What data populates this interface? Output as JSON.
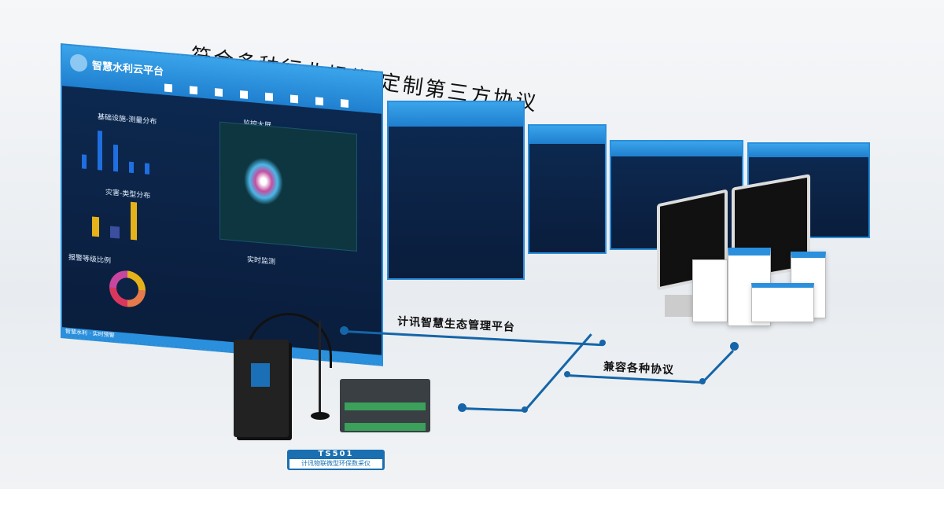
{
  "headline": "符合多种行业规约 定制第三方协议",
  "dashboard": {
    "app_title": "智慧水利云平台",
    "center_title": "监控大屏",
    "panel1": "基础设施-测量分布",
    "panel2": "灾害-类型分布",
    "panel3": "报警等级比例",
    "panel4": "实时监测",
    "footer": "智慧水利 · 实时预警"
  },
  "network": {
    "label_top": "计讯智慧生态管理平台",
    "label_bottom": "兼容各种协议"
  },
  "device": {
    "model": "TS501",
    "name": "计讯物联微型环保数采仪"
  },
  "colors": {
    "accent": "#1565a8",
    "screen": "#0d2a52"
  }
}
